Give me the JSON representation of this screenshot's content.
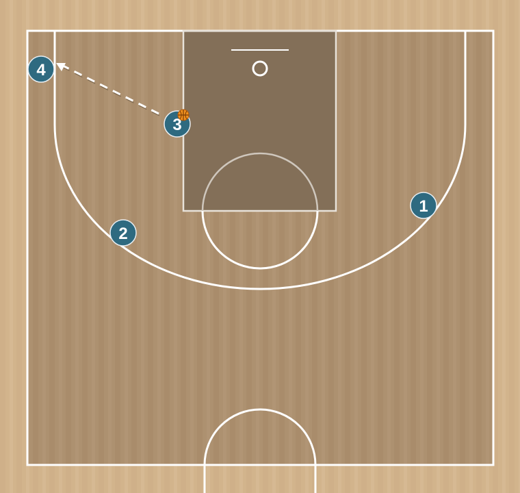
{
  "colors": {
    "floor_light": "#d2b48c",
    "floor_court": "#ad9170",
    "paint": "#836f58",
    "lines": "#ffffff",
    "player_fill": "#2e6a80",
    "ball": "#f0901e"
  },
  "players": [
    {
      "label": "1",
      "role": "offense"
    },
    {
      "label": "2",
      "role": "offense"
    },
    {
      "label": "3",
      "role": "offense",
      "has_ball": true
    },
    {
      "label": "4",
      "role": "offense"
    }
  ],
  "actions": [
    {
      "type": "pass",
      "from": "3",
      "to": "4",
      "style": "dashed-arrow"
    }
  ]
}
